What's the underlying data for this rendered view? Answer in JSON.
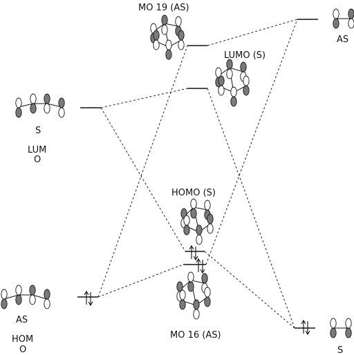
{
  "labels": {
    "mo19": "MO 19 (AS)",
    "lumo_s": "LUMO (S)",
    "homo_s": "HOMO (S)",
    "mo16": "MO 16 (AS)",
    "left_s": "S",
    "left_lum_1": "LUM",
    "left_lum_2": "O",
    "left_as": "AS",
    "left_hom_1": "HOM",
    "left_hom_2": "O",
    "right_as": "AS",
    "right_s": "S"
  }
}
